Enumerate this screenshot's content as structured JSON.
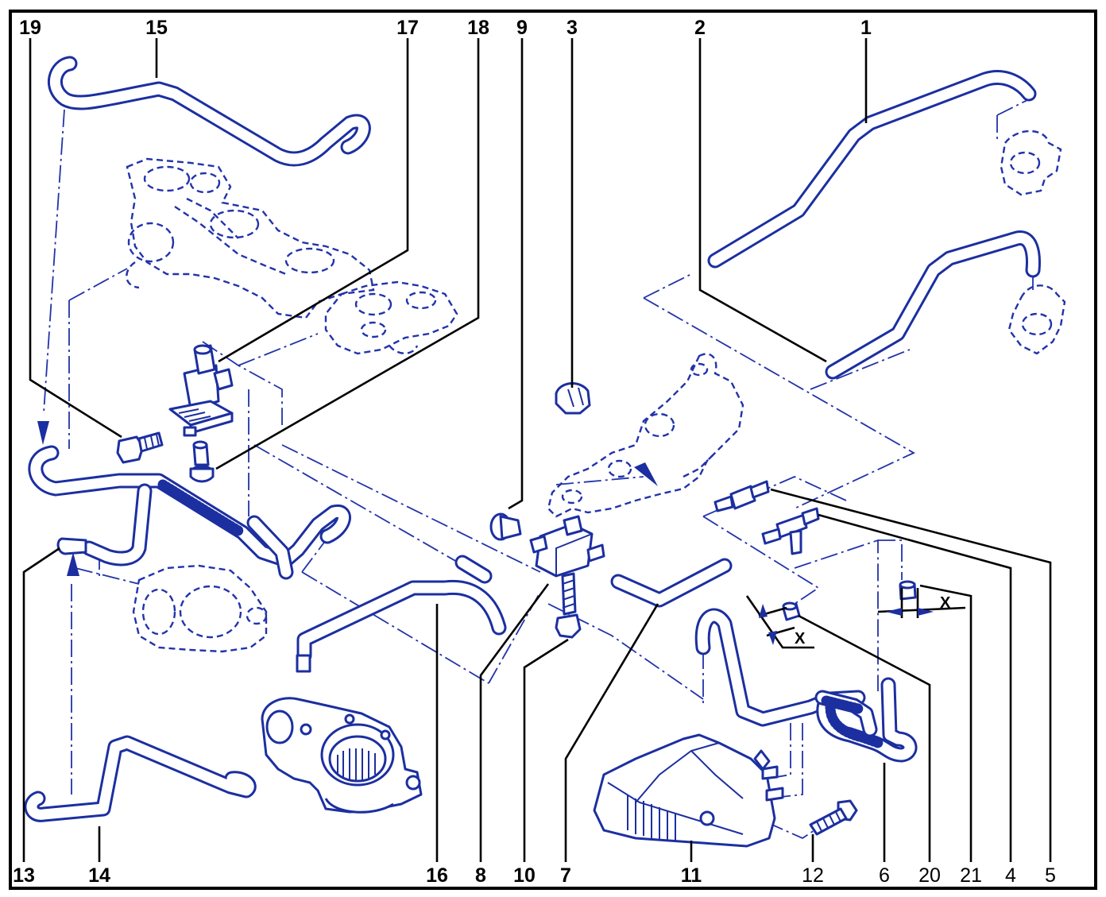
{
  "labels": {
    "c1": "1",
    "c2": "2",
    "c3": "3",
    "c9": "9",
    "c15": "15",
    "c17": "17",
    "c18": "18",
    "c19": "19",
    "c4": "4",
    "c5": "5",
    "c6": "6",
    "c7": "7",
    "c8": "8",
    "c10": "10",
    "c11": "11",
    "c12": "12",
    "c13": "13",
    "c14": "14",
    "c16": "16",
    "c20": "20",
    "c21": "21"
  },
  "dimensions": {
    "x_right": "X",
    "x_lower": "X"
  },
  "colors": {
    "line": "#1c2fa0",
    "frame": "#000000",
    "background": "#ffffff"
  }
}
